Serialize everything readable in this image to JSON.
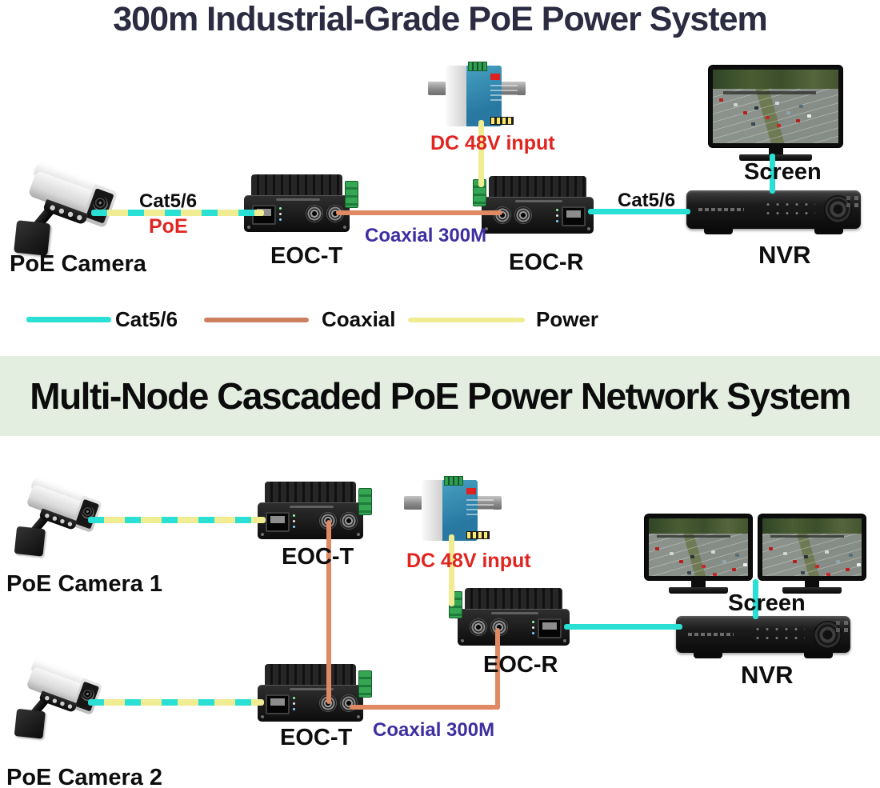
{
  "colors": {
    "cat5_cable": "#2adfd4",
    "coax_cable": "#df8a62",
    "power_cable": "#efec92",
    "red_text": "#e02521",
    "purple_text": "#3d2f9f",
    "title_navy": "#2b2b42",
    "band_green": "#e3eee1"
  },
  "system1": {
    "title": "300m Industrial-Grade PoE Power System",
    "camera_label": "PoE Camera",
    "cable_label": "Cat5/6",
    "poe_label": "PoE",
    "eoc_t_label": "EOC-T",
    "dc_input_label": "DC 48V input",
    "coax_label": "Coaxial 300M",
    "eoc_r_label": "EOC-R",
    "nvr_cable_label": "Cat5/6",
    "screen_label": "Screen",
    "nvr_label": "NVR"
  },
  "legend": {
    "cat5_label": "Cat5/6",
    "coax_label": "Coaxial",
    "power_label": "Power"
  },
  "system2": {
    "title": "Multi-Node Cascaded PoE Power Network System",
    "camera1_label": "PoE Camera 1",
    "camera2_label": "PoE Camera 2",
    "eoc_t1_label": "EOC-T",
    "eoc_t2_label": "EOC-T",
    "dc_input_label": "DC 48V input",
    "eoc_r_label": "EOC-R",
    "coax_label": "Coaxial 300M",
    "screen_label": "Screen",
    "nvr_label": "NVR"
  }
}
